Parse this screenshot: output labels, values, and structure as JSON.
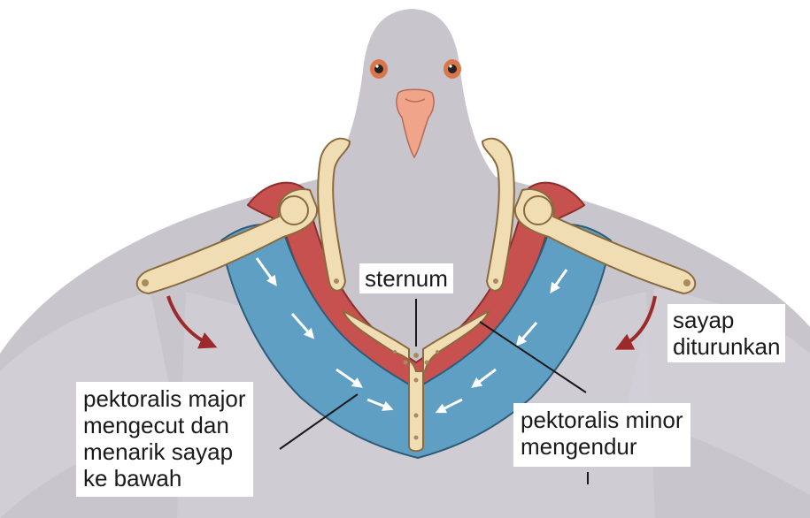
{
  "labels": {
    "sternum": "sternum",
    "wing": [
      "sayap",
      "diturunkan"
    ],
    "pectoralis_major": [
      "pektoralis major",
      "mengecut dan",
      "menarik sayap",
      "ke bawah"
    ],
    "pectoralis_minor": [
      "pektoralis minor",
      "mengendur"
    ]
  }
}
